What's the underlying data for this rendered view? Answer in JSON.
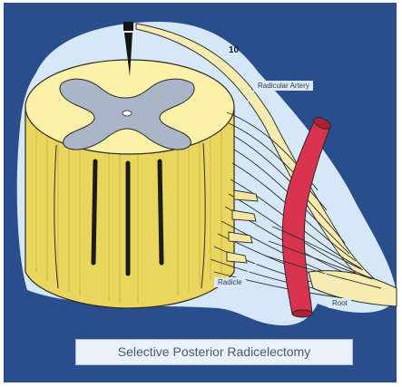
{
  "figure": {
    "number": "10",
    "caption": "Selective Posterior Radicelectomy"
  },
  "labels": {
    "radicular_artery": "Radicular Artery",
    "radicle": "Radicle",
    "root": "Root"
  },
  "colors": {
    "frame": "#2a4d8c",
    "halo": "#d6e8f5",
    "cord_top": "#fbf1a8",
    "cord_side": "#e9d65e",
    "grey_matter": "#aab6c8",
    "artery": "#d8334f",
    "label_bg": "#d9eaf6"
  }
}
